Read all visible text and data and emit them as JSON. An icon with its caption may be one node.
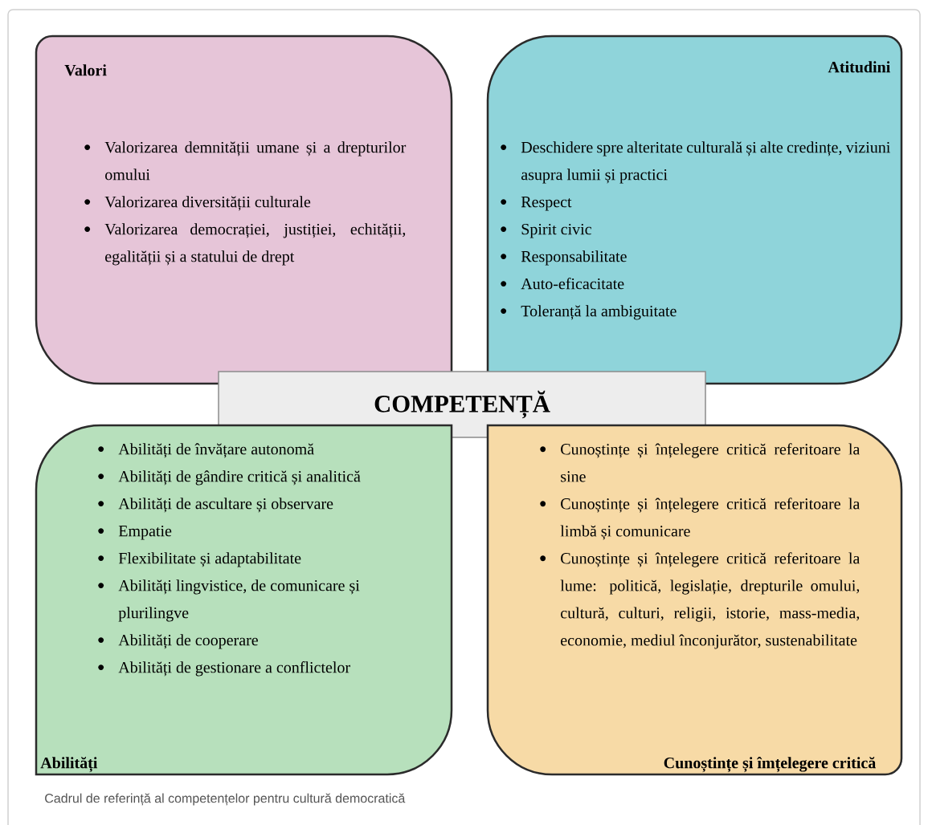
{
  "diagram": {
    "caption": "Cadrul de referință al competențelor pentru cultură democratică",
    "nodes": [
      {
        "text": [
          "Valori",
          "Valorizarea demnității umane și a drepturilor omului",
          "Valorizarea diversității culturale",
          "Valorizarea democrației, justiției, echității, egalității și a statului de drept"
        ]
      },
      {
        "text": [
          "Atitudini",
          "Deschidere spre alteritate culturală și alte credințe, viziuni asupra lumii și practici",
          "Respect",
          "Spirit civic",
          "Responsabilitate",
          "Auto-eficacitate",
          "Toleranță la ambiguitate"
        ]
      },
      {
        "text": [
          "COMPETENȚĂ"
        ]
      },
      {
        "text": [
          "Abilități de învățare autonomă",
          "Abilități de gândire critică și analitică",
          "Abilități de ascultare și observare",
          "Empatie",
          "Flexibilitate și adaptabilitate",
          "Abilități lingvistice, de comunicare și plurilingve",
          "Abilități de cooperare",
          "Abilități de gestionare a conflictelor",
          "Abilități"
        ]
      },
      {
        "text": [
          "Cunoștințe și înțelegere critică referitoare la sine",
          "Cunoștințe și înțelegere critică referitoare la limbă și comunicare",
          "Cunoștințe și înțelegere critică referitoare la lume: politică, legislație, drepturile omului, cultură, culturi, religii, istorie, mass-media, economie, mediul înconjurător, sustenabilitate",
          "Cunoștințe și îmțelegere critică"
        ]
      }
    ]
  }
}
